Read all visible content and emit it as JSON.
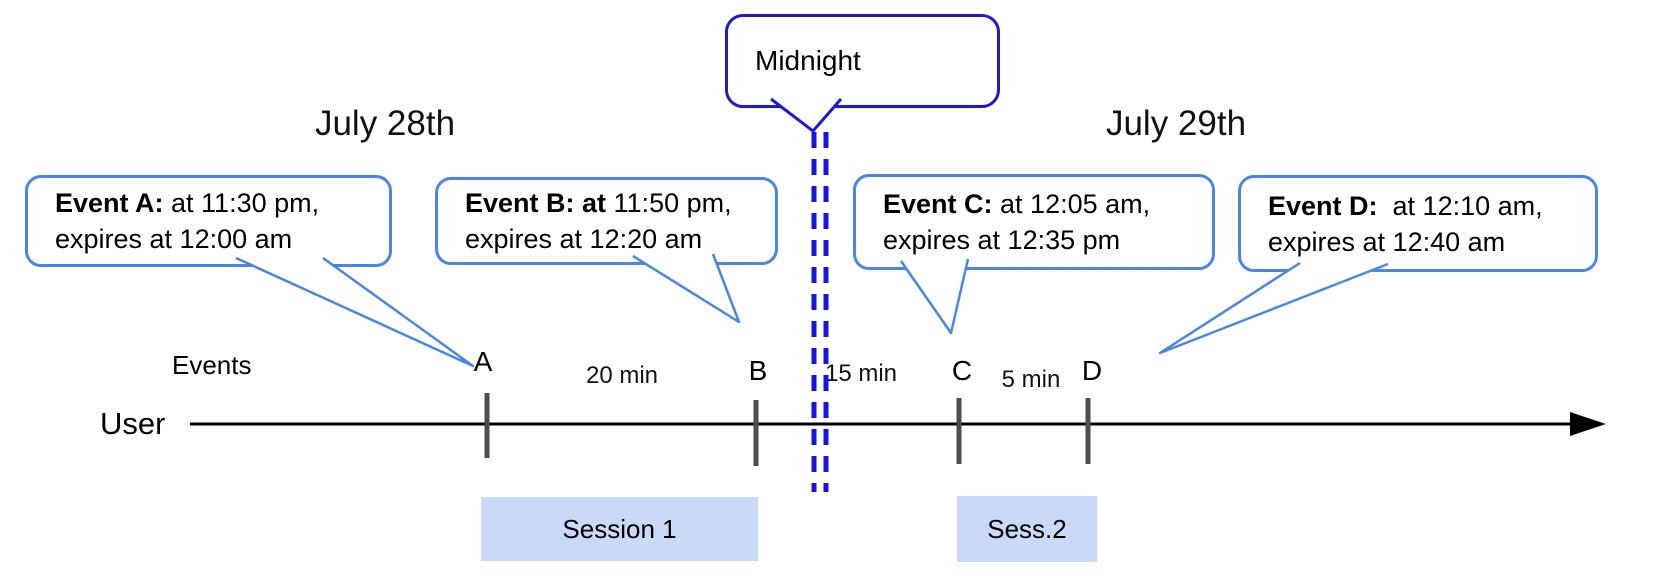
{
  "titles": {
    "day_left": "July 28th",
    "day_right": "July 29th"
  },
  "midnight": {
    "label": "Midnight"
  },
  "bubbles": {
    "a": {
      "bold": "Event A:",
      "line1_rest": " at 11:30 pm,",
      "line2": "expires at 12:00 am"
    },
    "b": {
      "bold": "Event B: at",
      "line1_rest": " 11:50 pm,",
      "line2": "expires at 12:20 am"
    },
    "c": {
      "bold": "Event C:",
      "line1_rest": " at 12:05 am,",
      "line2": "expires at 12:35 pm"
    },
    "d": {
      "bold": "Event D:",
      "line1_rest": "  at 12:10 am,",
      "line2": "expires at 12:40 am"
    }
  },
  "timeline": {
    "events_label": "Events",
    "user_label": "User",
    "ticks": {
      "a": "A",
      "b": "B",
      "c": "C",
      "d": "D"
    },
    "intervals": {
      "ab": "20 min",
      "bc": "15 min",
      "cd": "5 min"
    }
  },
  "sessions": {
    "s1": "Session 1",
    "s2": "Sess.2"
  },
  "colors": {
    "event_bubble_border": "#4a86e8",
    "midnight_border": "#1b1bd1",
    "midnight_dash": "#1414e6",
    "session_fill": "#c9daf8",
    "tick_gray": "#4d4d4d",
    "timeline_black": "#000000"
  }
}
